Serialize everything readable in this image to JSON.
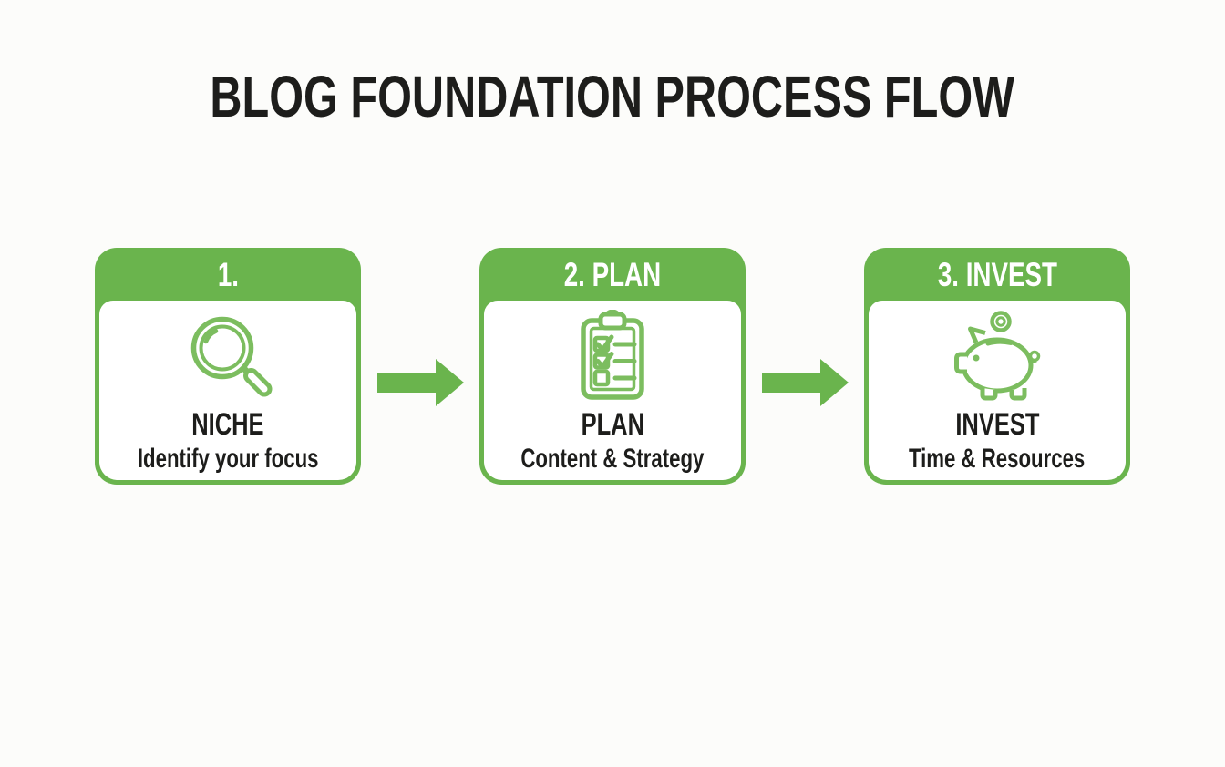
{
  "title": "BLOG FOUNDATION PROCESS FLOW",
  "colors": {
    "green": "#6ab44d",
    "green_light": "#7cbd5f",
    "text": "#1d1d1b",
    "background": "#fcfcfa",
    "card_bg": "#ffffff",
    "header_text": "#ffffff"
  },
  "steps": [
    {
      "header": "1.",
      "icon": "magnifier-icon",
      "label": "NICHE",
      "description": "Identify your focus"
    },
    {
      "header": "2. PLAN",
      "icon": "clipboard-checklist-icon",
      "label": "PLAN",
      "description": "Content & Strategy"
    },
    {
      "header": "3. INVEST",
      "icon": "piggy-bank-icon",
      "label": "INVEST",
      "description": "Time & Resources"
    }
  ],
  "connectors": [
    {
      "icon": "arrow-right-icon"
    },
    {
      "icon": "arrow-right-icon"
    }
  ]
}
